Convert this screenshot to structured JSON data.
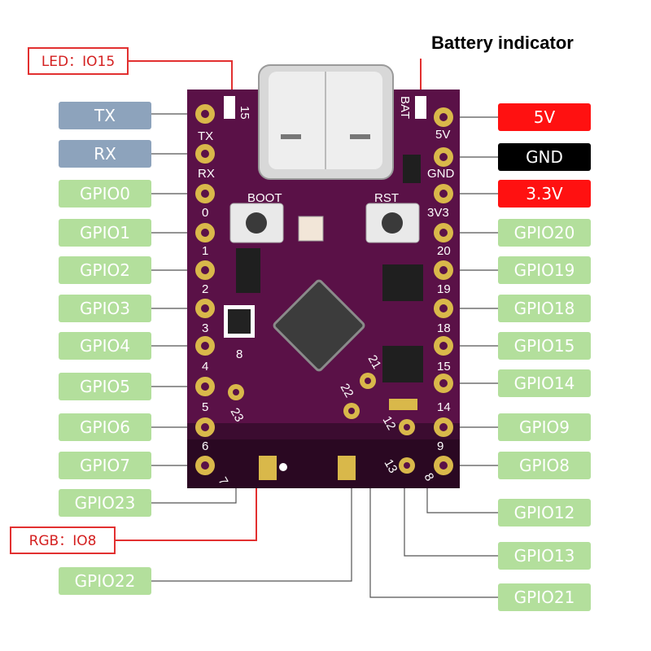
{
  "callouts": {
    "led": "LED：IO15",
    "rgb": "RGB：IO8",
    "battery": "Battery indicator"
  },
  "left_labels": [
    "TX",
    "RX",
    "GPIO0",
    "GPIO1",
    "GPIO2",
    "GPIO3",
    "GPIO4",
    "GPIO5",
    "GPIO6",
    "GPIO7",
    "GPIO23",
    "GPIO22"
  ],
  "right_labels": [
    "5V",
    "GND",
    "3.3V",
    "GPIO20",
    "GPIO19",
    "GPIO18",
    "GPIO15",
    "GPIO14",
    "GPIO9",
    "GPIO8",
    "GPIO12",
    "GPIO13",
    "GPIO21"
  ],
  "board": {
    "silk_left": [
      "15",
      "TX",
      "RX",
      "0",
      "1",
      "2",
      "3",
      "4",
      "5",
      "6",
      "7"
    ],
    "silk_right": [
      "BAT",
      "5V",
      "GND",
      "3V3",
      "20",
      "19",
      "18",
      "15",
      "14",
      "9",
      "8"
    ],
    "silk_inner": [
      "8",
      "23",
      "22",
      "21",
      "12",
      "13"
    ],
    "buttons": [
      "BOOT",
      "RST"
    ]
  },
  "colors": {
    "pcb": "#5a1147",
    "pad": "#d9b84a",
    "gpio": "#b3df9c",
    "uart": "#8da3bc",
    "power": "#ff1111",
    "ground": "#000000",
    "callout": "#e23030"
  }
}
